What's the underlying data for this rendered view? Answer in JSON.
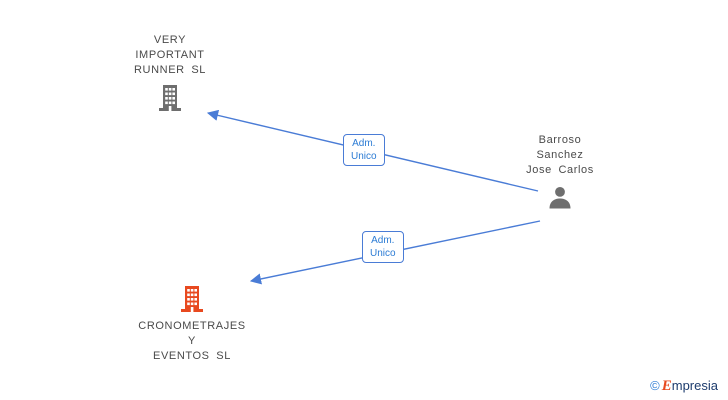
{
  "diagram": {
    "companies": [
      {
        "name": "VERY\nIMPORTANT\nRUNNER SL",
        "icon": "building-icon"
      },
      {
        "name": "CRONOMETRAJES\nY\nEVENTOS SL",
        "icon": "building-icon"
      }
    ],
    "person": {
      "name": "Barroso\nSanchez\nJose Carlos",
      "icon": "person-icon"
    },
    "relations": [
      {
        "label": "Adm.\nUnico",
        "from": "Barroso Sanchez Jose Carlos",
        "to": "VERY IMPORTANT RUNNER SL"
      },
      {
        "label": "Adm.\nUnico",
        "from": "Barroso Sanchez Jose Carlos",
        "to": "CRONOMETRAJES Y EVENTOS SL"
      }
    ],
    "colors": {
      "edge": "#4a7cd6",
      "label_text": "#2b7bd4",
      "gray_icon": "#6e6e6e",
      "orange_icon": "#e8491f",
      "name_text": "#4a4a4a"
    }
  },
  "footer": {
    "copyright": "©",
    "brand_initial": "E",
    "brand_rest": "mpresia"
  }
}
